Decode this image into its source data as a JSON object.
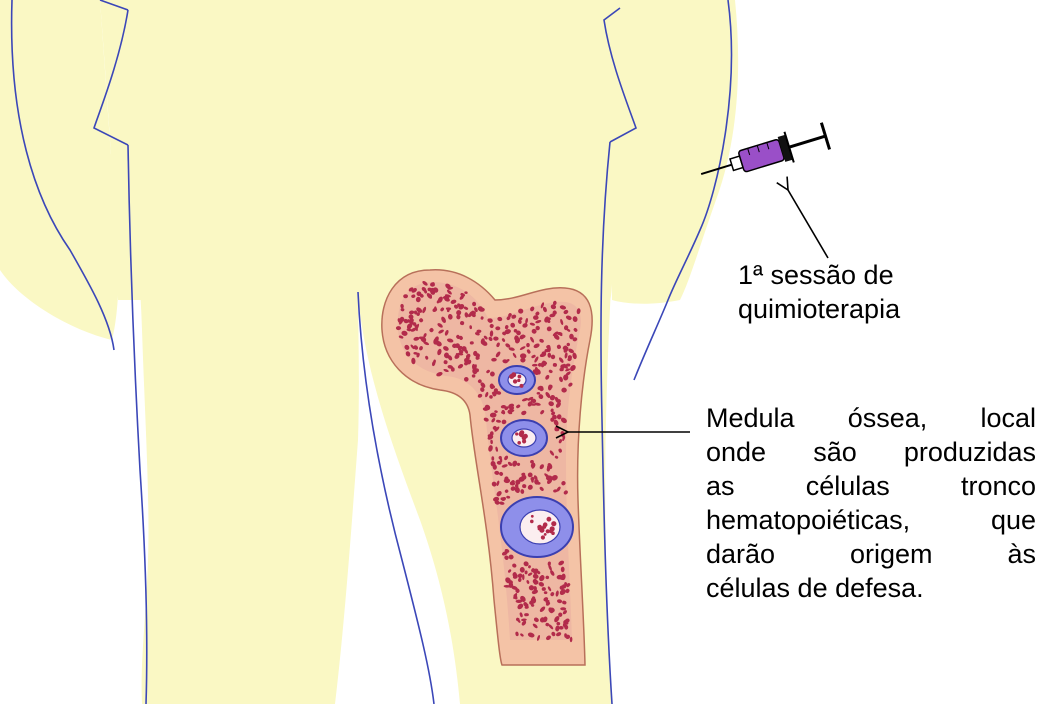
{
  "colors": {
    "body": "#FAF8C4",
    "body_outline": "#3B47B8",
    "bone": "#F4C3A6",
    "bone_outline": "#B8705A",
    "marrow": "#EEB7A3",
    "cells": "#B22B4B",
    "vessel_ring": "#8E8FEA",
    "vessel_outline": "#3B3FB0",
    "syringe": "#9A4FC8",
    "arrow": "#000000"
  },
  "icons": [
    "syringe-icon",
    "femur-bone",
    "blood-vessel-icon"
  ],
  "annotations": {
    "chemo": {
      "lines": [
        "1ª sessão de",
        "quimioterapia"
      ]
    },
    "marrow": {
      "lines": [
        "Medula óssea, local",
        "onde são produzidas",
        "as células tronco",
        "hematopoiéticas, que",
        "darão origem às",
        "células de defesa."
      ]
    }
  }
}
